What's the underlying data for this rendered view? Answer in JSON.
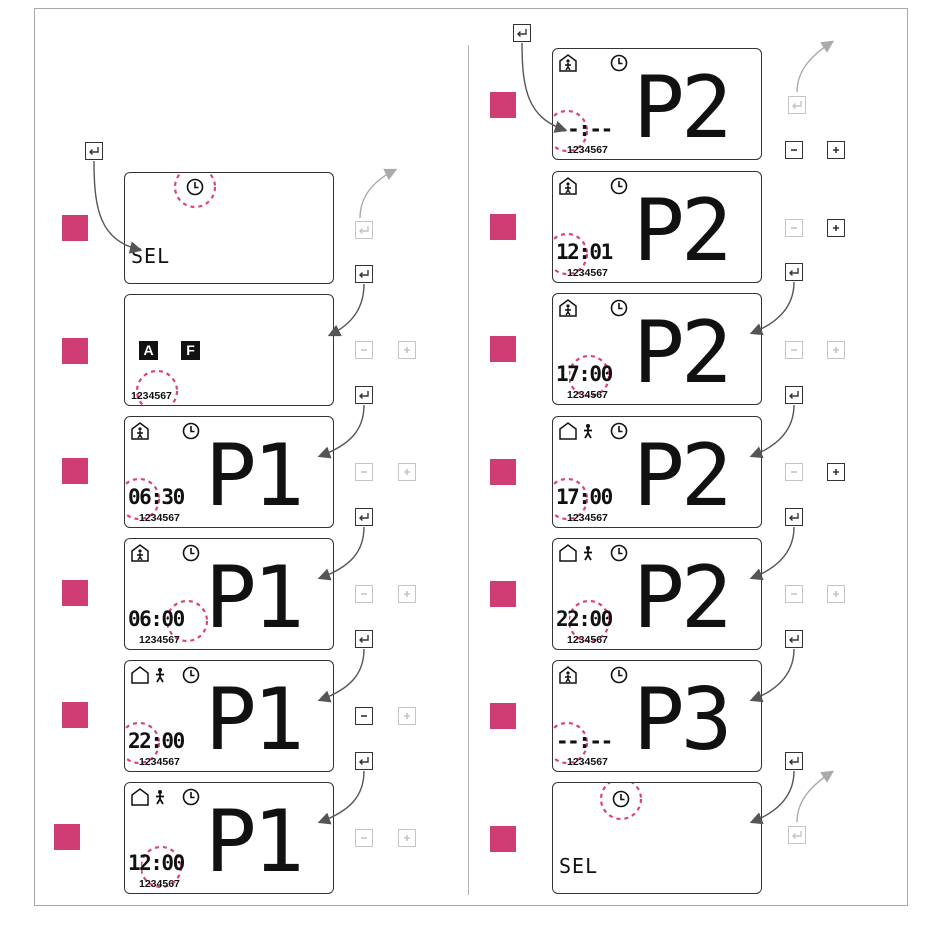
{
  "colors": {
    "step_marker": "#cf3d74",
    "flash": "#d9476f",
    "line": "#444444",
    "dim": "#c4c4c4"
  },
  "icons": {
    "enter": "enter-key-icon",
    "minus": "minus-icon",
    "plus": "plus-icon",
    "clock": "clock-icon",
    "home_present": "home-present-icon",
    "house": "house-icon",
    "person": "person-icon"
  },
  "buttons": {
    "minus": "−",
    "plus": "+"
  },
  "left": [
    {
      "sel": "SEL"
    },
    {
      "mode_a": "A",
      "mode_f": "F",
      "days": "1234567"
    },
    {
      "time": "06:30",
      "program": "P1",
      "days": "1234567"
    },
    {
      "time": "06:00",
      "program": "P1",
      "days": "1234567"
    },
    {
      "time": "22:00",
      "program": "P1",
      "days": "1234567"
    },
    {
      "time": "12:00",
      "program": "P1",
      "days": "1234567"
    }
  ],
  "right": [
    {
      "time": "--:--",
      "program": "P2",
      "days": "1234567"
    },
    {
      "time": "12:01",
      "program": "P2",
      "days": "1234567"
    },
    {
      "time": "17:00",
      "program": "P2",
      "days": "1234567"
    },
    {
      "time": "17:00",
      "program": "P2",
      "days": "1234567"
    },
    {
      "time": "22:00",
      "program": "P2",
      "days": "1234567"
    },
    {
      "time": "--:--",
      "program": "P3",
      "days": "1234567"
    },
    {
      "sel": "SEL"
    }
  ]
}
